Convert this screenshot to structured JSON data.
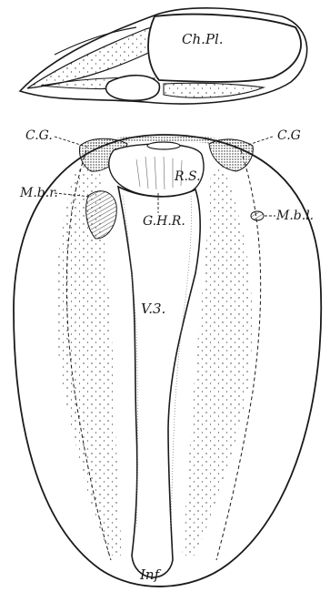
{
  "figure": {
    "labels": {
      "choroid_plexus": "Ch.Pl.",
      "cg_left": "C.G.",
      "cg_right": "C.G",
      "recessus": "R.S.",
      "ghr": "G.H.R.",
      "mbr": "M.b.r.",
      "mbl": "M.b.l.",
      "third_ventricle": "V.3.",
      "infundibulum": "Inf"
    },
    "colors": {
      "ink": "#1a1a1a",
      "paper": "#ffffff"
    }
  }
}
